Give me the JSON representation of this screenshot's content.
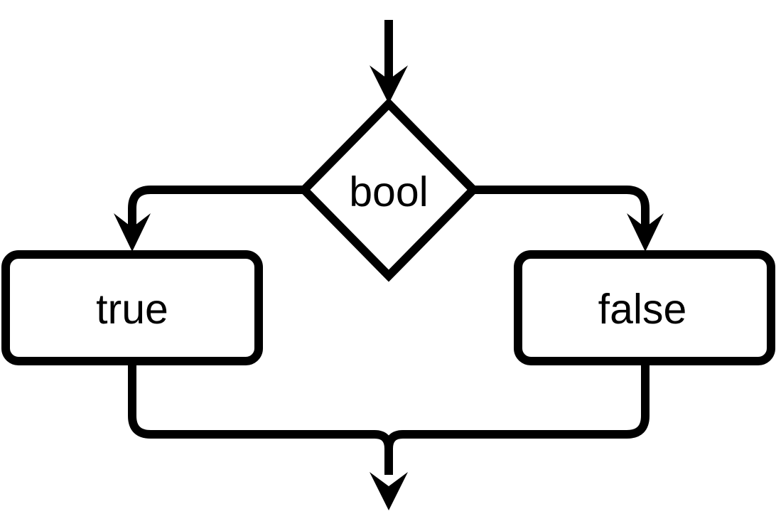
{
  "diagram": {
    "decision": {
      "label": "bool"
    },
    "true_box": {
      "label": "true"
    },
    "false_box": {
      "label": "false"
    },
    "colors": {
      "stroke": "#000000",
      "background": "#ffffff",
      "box_fill": "#ffffff"
    }
  }
}
